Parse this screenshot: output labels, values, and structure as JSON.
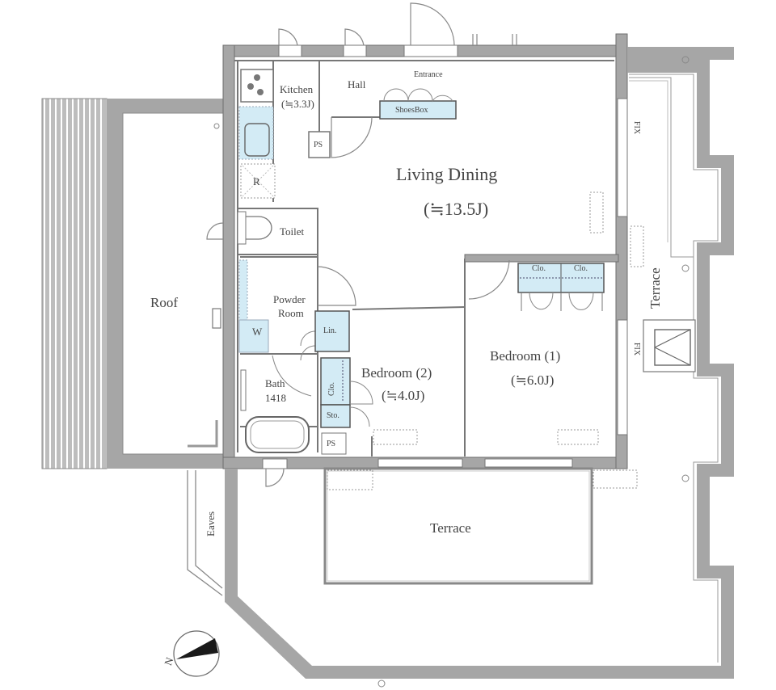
{
  "floor_plan": {
    "rooms": {
      "kitchen": {
        "name": "Kitchen",
        "area": "(≒3.3J)"
      },
      "hall": {
        "name": "Hall"
      },
      "entrance": {
        "name": "Entrance"
      },
      "shoe_box": {
        "name": "ShoesBox"
      },
      "ps_top": {
        "name": "PS"
      },
      "refrigerator": {
        "name": "R"
      },
      "living_dining": {
        "name": "Living Dining",
        "area": "(≒13.5J)"
      },
      "toilet": {
        "name": "Toilet"
      },
      "powder_room": {
        "name": "Powder",
        "name2": "Room"
      },
      "washer": {
        "name": "W"
      },
      "linen": {
        "name": "Lin."
      },
      "bath": {
        "name": "Bath",
        "size": "1418"
      },
      "closet_b2": {
        "name": "Clo."
      },
      "storage_b2": {
        "name": "Sto."
      },
      "ps_bottom": {
        "name": "PS"
      },
      "bedroom2": {
        "name": "Bedroom (2)",
        "area": "(≒4.0J)"
      },
      "bedroom1": {
        "name": "Bedroom (1)",
        "area": "(≒6.0J)"
      },
      "closet_b1_a": {
        "name": "Clo."
      },
      "closet_b1_b": {
        "name": "Clo."
      },
      "roof": {
        "name": "Roof"
      },
      "terrace_south": {
        "name": "Terrace"
      },
      "terrace_east": {
        "name": "Terrace"
      },
      "eaves": {
        "name": "Eaves"
      },
      "fix_window_upper": {
        "name": "FIX"
      },
      "fix_window_lower": {
        "name": "FIX"
      }
    },
    "compass": {
      "label": "N"
    },
    "colors": {
      "wall": "#a6a6a6",
      "wall_edge": "#6e6e6e",
      "line": "#7a7a7a",
      "storage_fill": "#d3ebf5",
      "text": "#444444"
    }
  }
}
